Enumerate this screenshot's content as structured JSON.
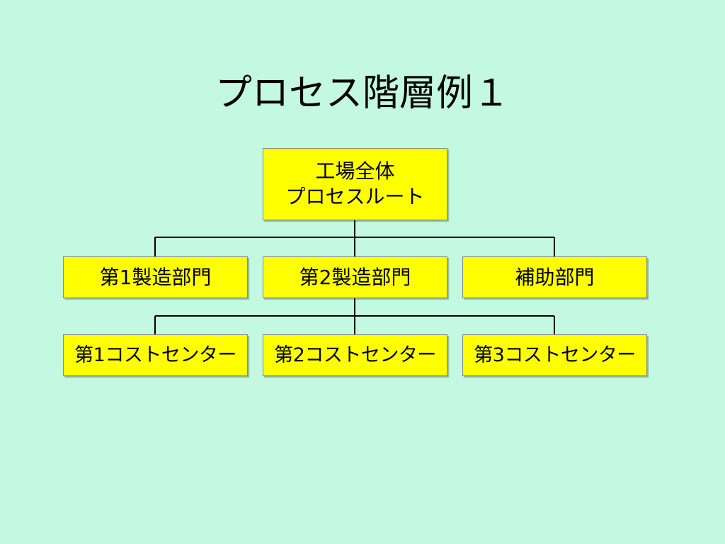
{
  "title": "プロセス階層例１",
  "root": {
    "line1": "工場全体",
    "line2": "プロセスルート"
  },
  "departments": [
    {
      "label": "第1製造部門"
    },
    {
      "label": "第2製造部門"
    },
    {
      "label": "補助部門"
    }
  ],
  "cost_centers": [
    {
      "label": "第1コストセンター"
    },
    {
      "label": "第2コストセンター"
    },
    {
      "label": "第3コストセンター"
    }
  ],
  "colors": {
    "background": "#c3f9e0",
    "box_fill": "#ffff00",
    "connector": "#000000"
  }
}
